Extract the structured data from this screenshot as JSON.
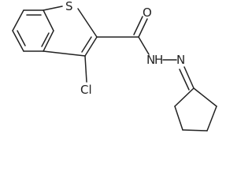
{
  "molecule": {
    "atoms": {
      "sulfur": "S",
      "oxygen": "O",
      "chlorine": "Cl",
      "hydrazide_nh": "N",
      "hydrazide_h": "H",
      "imine_n": "N"
    }
  }
}
